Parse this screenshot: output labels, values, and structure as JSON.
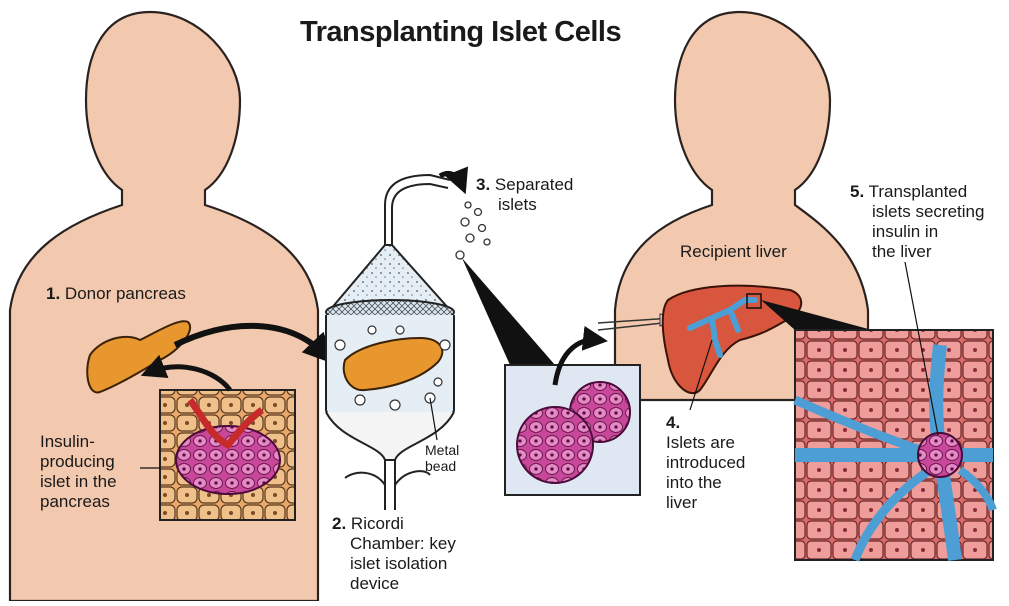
{
  "title": "Transplanting Islet Cells",
  "labels": {
    "step1_num": "1.",
    "step1_text": "Donor pancreas",
    "step2_num": "2.",
    "step2_lines": [
      "Ricordi",
      "Chamber: key",
      "islet isolation",
      "device"
    ],
    "step3_num": "3.",
    "step3_lines": [
      "Separated",
      "islets"
    ],
    "step4_num": "4.",
    "step4_lines": [
      "Islets are",
      "introduced",
      "into the",
      "liver"
    ],
    "step5_num": "5.",
    "step5_lines": [
      "Transplanted",
      "islets secreting",
      "insulin in",
      "the liver"
    ],
    "insulin_islet_lines": [
      "Insulin-",
      "producing",
      "islet in the",
      "pancreas"
    ],
    "metal_bead_lines": [
      "Metal",
      "bead"
    ],
    "recipient_liver": "Recipient liver"
  },
  "colors": {
    "skin": "#f2c9ae",
    "skin_outline": "#2a2220",
    "pancreas": "#e8962e",
    "liver": "#d8553e",
    "vessel": "#4e9ed6",
    "islet": "#d45aa8",
    "cell_tissue": "#e07a7a"
  }
}
